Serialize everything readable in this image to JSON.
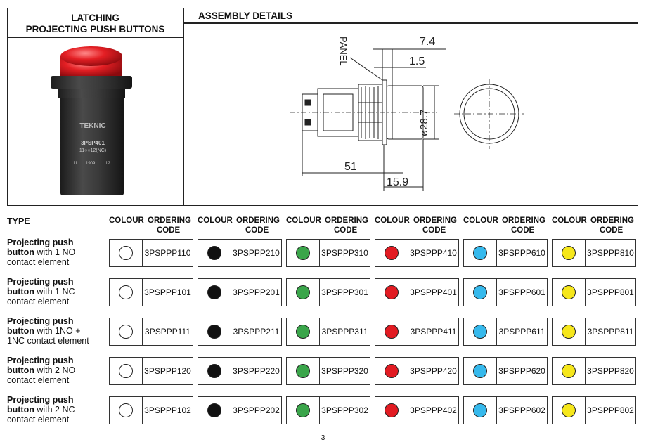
{
  "header": {
    "left_title_line1": "LATCHING",
    "left_title_line2": "PROJECTING PUSH BUTTONS",
    "right_title": "ASSEMBLY DETAILS"
  },
  "product": {
    "brand": "TEKNIC",
    "model": "3PSP401",
    "contact_text": "11○○12(NC)",
    "bottom_text_1": "11",
    "bottom_text_2": "1909",
    "bottom_text_3": "12"
  },
  "drawing": {
    "panel_label": "PANEL",
    "dim_top": "7.4",
    "dim_panel": "1.5",
    "dim_diameter": "ø28.7",
    "dim_length": "51",
    "dim_bottom": "15.9"
  },
  "table": {
    "type_header": "TYPE",
    "colour_header": "COLOUR",
    "ordering_header_1": "ORDERING",
    "ordering_header_2": "CODE",
    "colours": [
      {
        "name": "white",
        "hex": "#ffffff"
      },
      {
        "name": "black",
        "hex": "#111111"
      },
      {
        "name": "green",
        "hex": "#3aa54a"
      },
      {
        "name": "red",
        "hex": "#e21b22"
      },
      {
        "name": "blue",
        "hex": "#36b9ec"
      },
      {
        "name": "yellow",
        "hex": "#f6e71b"
      }
    ],
    "rows": [
      {
        "label_bold": "Projecting push",
        "label_bold2": "button",
        "label_rest": " with 1 NO",
        "label_line3": "contact element",
        "codes": [
          "3PSPPP110",
          "3PSPPP210",
          "3PSPPP310",
          "3PSPPP410",
          "3PSPPP610",
          "3PSPPP810"
        ]
      },
      {
        "label_bold": "Projecting push",
        "label_bold2": "button",
        "label_rest": " with 1 NC",
        "label_line3": "contact element",
        "codes": [
          "3PSPPP101",
          "3PSPPP201",
          "3PSPPP301",
          "3PSPPP401",
          "3PSPPP601",
          "3PSPPP801"
        ]
      },
      {
        "label_bold": "Projecting push",
        "label_bold2": "button",
        "label_rest": " with 1NO +",
        "label_line3": "1NC contact element",
        "codes": [
          "3PSPPP111",
          "3PSPPP211",
          "3PSPPP311",
          "3PSPPP411",
          "3PSPPP611",
          "3PSPPP811"
        ]
      },
      {
        "label_bold": "Projecting push",
        "label_bold2": "button",
        "label_rest": " with 2 NO",
        "label_line3": "contact element",
        "codes": [
          "3PSPPP120",
          "3PSPPP220",
          "3PSPPP320",
          "3PSPPP420",
          "3PSPPP620",
          "3PSPPP820"
        ]
      },
      {
        "label_bold": "Projecting push",
        "label_bold2": "button",
        "label_rest": " with 2 NC",
        "label_line3": "contact element",
        "codes": [
          "3PSPPP102",
          "3PSPPP202",
          "3PSPPP302",
          "3PSPPP402",
          "3PSPPP602",
          "3PSPPP802"
        ]
      }
    ]
  },
  "page_number": "3"
}
